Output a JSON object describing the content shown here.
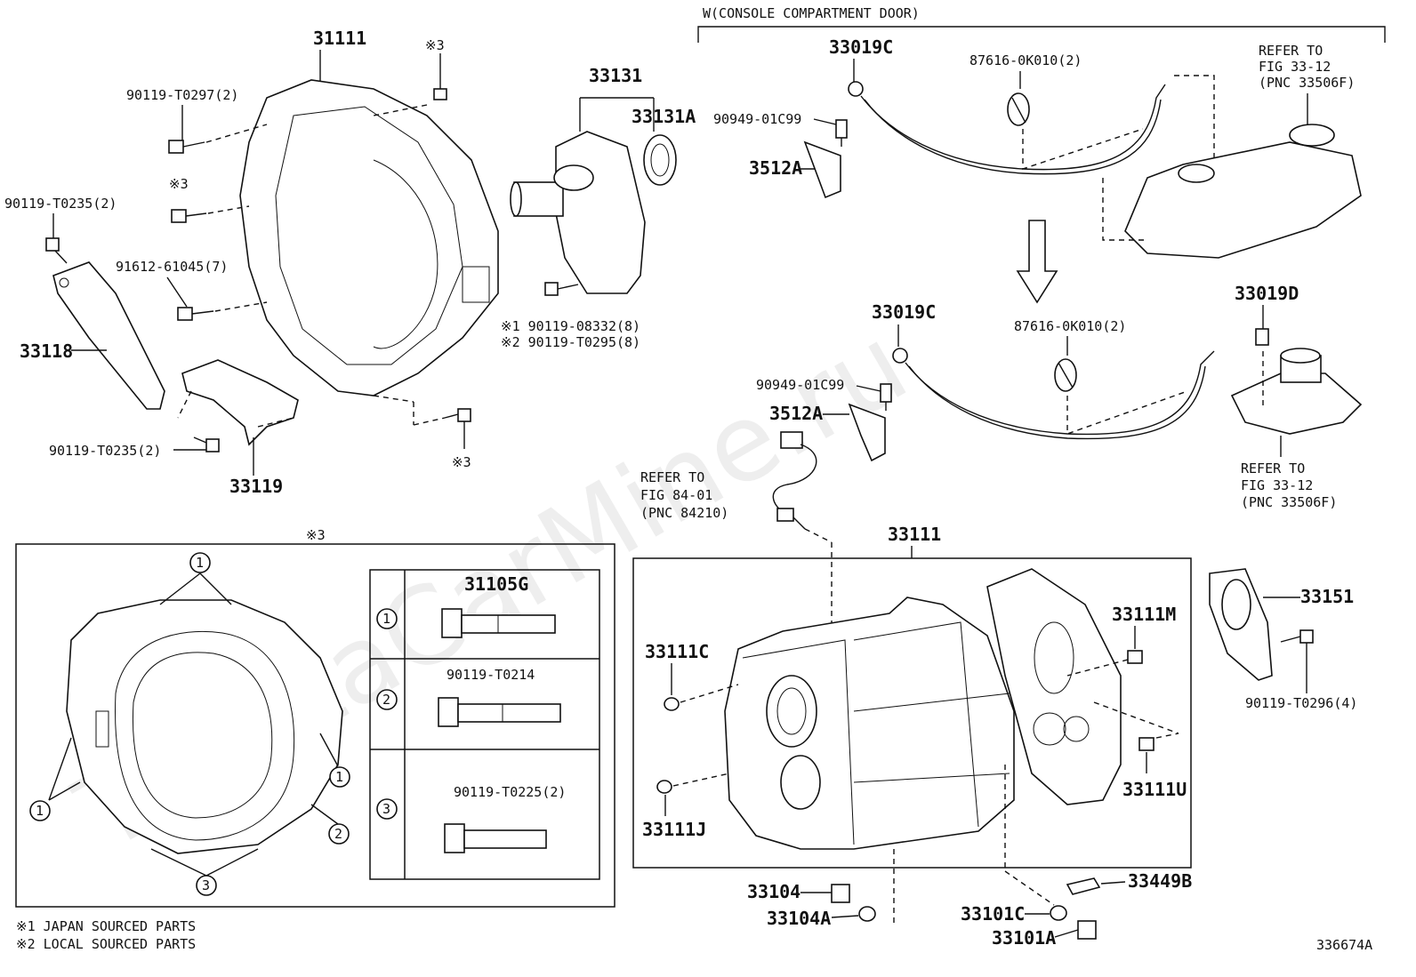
{
  "watermark": "ToyotaCarMine.ru",
  "header_note": "W(CONSOLE COMPARTMENT DOOR)",
  "figure_id": "336674A",
  "footnotes": [
    "※1 JAPAN SOURCED PARTS",
    "※2 LOCAL SOURCED PARTS"
  ],
  "labels": {
    "p31111_top": "31111",
    "p33131": "33131",
    "p33131A": "33131A",
    "ref_x3_top": "※3",
    "p90119_T0297": "90119-T0297(2)",
    "ref_x3_left": "※3",
    "p90119_T0235_top": "90119-T0235(2)",
    "p91612": "91612-61045(7)",
    "p33118": "33118",
    "p90119_T0235_bot": "90119-T0235(2)",
    "p33119": "33119",
    "ref_x3_bottom": "※3",
    "bolt_note_1": "※1 90119-08332(8)",
    "bolt_note_2": "※2 90119-T0295(8)",
    "p33019C_top": "33019C",
    "p87616_top": "87616-0K010(2)",
    "p90949_top": "90949-01C99",
    "p3512A_top": "3512A",
    "refer_top_1": "REFER TO",
    "refer_top_2": "FIG 33-12",
    "refer_top_3": "(PNC 33506F)",
    "p33019C_mid": "33019C",
    "p87616_mid": "87616-0K010(2)",
    "p33019D": "33019D",
    "p90949_mid": "90949-01C99",
    "p3512A_mid": "3512A",
    "refer_mid_1": "REFER TO",
    "refer_mid_2": "FIG 33-12",
    "refer_mid_3": "(PNC 33506F)",
    "refer84_1": "REFER TO",
    "refer84_2": "FIG 84-01",
    "refer84_3": "(PNC 84210)",
    "ref_x3_box": "※3",
    "p33111_box": "33111",
    "p33111C": "33111C",
    "p33111J": "33111J",
    "p33111M": "33111M",
    "p33111U": "33111U",
    "p33151": "33151",
    "p90119_T0296": "90119-T0296(4)",
    "p33104": "33104",
    "p33104A": "33104A",
    "p33101C": "33101C",
    "p33101A": "33101A",
    "p33449B": "33449B",
    "table_row1_part": "31105G",
    "table_row2_part": "90119-T0214",
    "table_row3_part": "90119-T0225(2)",
    "circle1": "1",
    "circle2": "2",
    "circle3": "3"
  }
}
